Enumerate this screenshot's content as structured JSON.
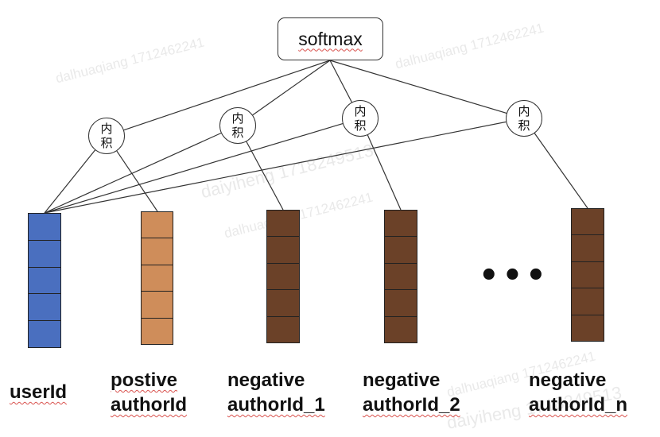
{
  "softmax": {
    "label": "softmax"
  },
  "inner_product_nodes": [
    {
      "label": "内积"
    },
    {
      "label": "内积"
    },
    {
      "label": "内积"
    },
    {
      "label": "内积"
    }
  ],
  "vectors": [
    {
      "id": "userId",
      "color": "#4a6fbf",
      "label_lines": [
        "userId"
      ]
    },
    {
      "id": "positive",
      "color": "#cf8d5a",
      "label_lines": [
        "postive",
        "authorId"
      ]
    },
    {
      "id": "negative_1",
      "color": "#6b4128",
      "label_lines": [
        "negative",
        "authorId_1"
      ]
    },
    {
      "id": "negative_2",
      "color": "#6b4128",
      "label_lines": [
        "negative",
        "authorId_2"
      ]
    },
    {
      "id": "negative_n",
      "color": "#6b4128",
      "label_lines": [
        "negative",
        "authorId_n"
      ]
    }
  ],
  "ellipsis": "•••",
  "watermarks": [
    "dalhuaqiang 1712462241",
    "dalhuaqiang 1712462241",
    "daiyiheng 1718249513",
    "dalhuaqiang 1712462241",
    "dalhuaqiang 1712462241",
    "daiyiheng 1718249513"
  ]
}
